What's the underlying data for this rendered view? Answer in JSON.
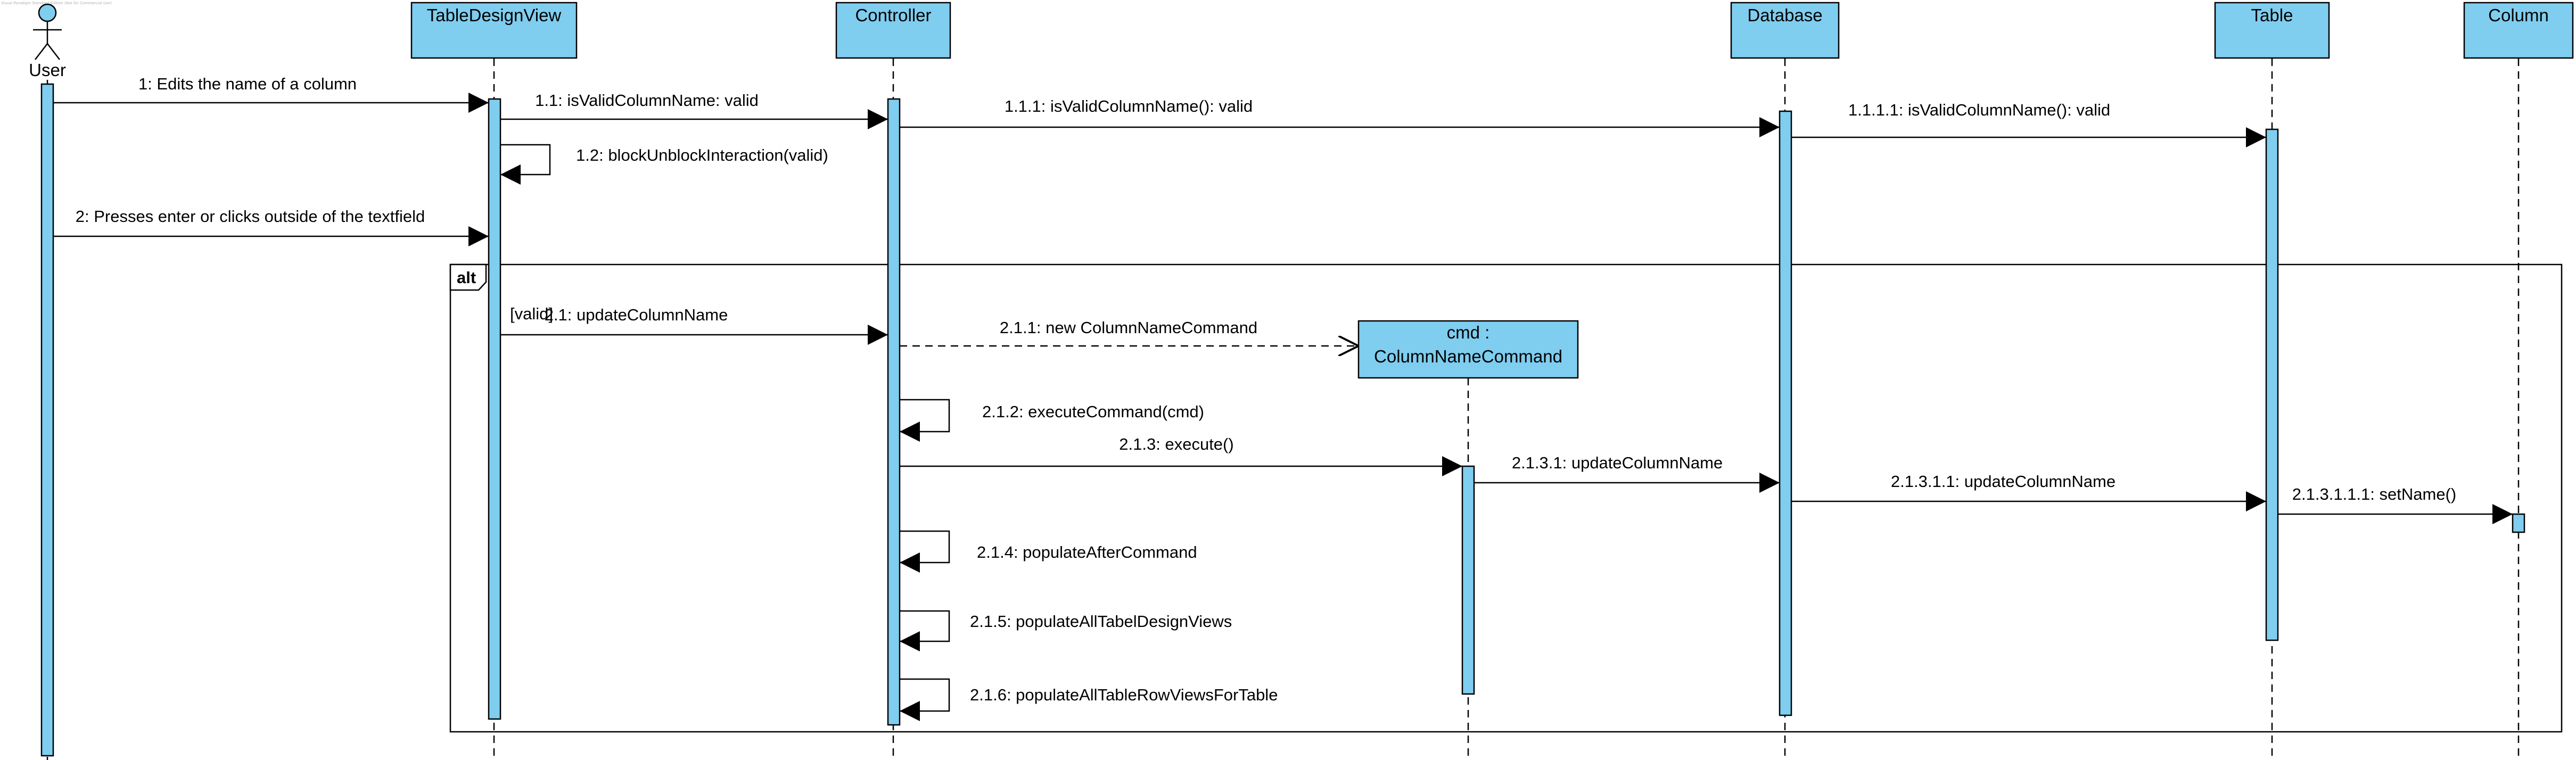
{
  "tool_watermark": "Visual Paradigm Standard Edition (Not for Commercial Use)",
  "actor": {
    "name": "User"
  },
  "lifelines": [
    {
      "id": "tdv",
      "name": "TableDesignView"
    },
    {
      "id": "ctrl",
      "name": "Controller"
    },
    {
      "id": "db",
      "name": "Database"
    },
    {
      "id": "table",
      "name": "Table"
    },
    {
      "id": "col",
      "name": "Column"
    }
  ],
  "created_object": {
    "line1": "cmd :",
    "line2": "ColumnNameCommand"
  },
  "fragment": {
    "operator": "alt",
    "guard": "[valid]"
  },
  "messages": [
    "1: Edits the name of a column",
    "1.1: isValidColumnName: valid",
    "1.1.1: isValidColumnName(): valid",
    "1.1.1.1: isValidColumnName(): valid",
    "1.2: blockUnblockInteraction(valid)",
    "2: Presses enter or clicks outside of the textfield",
    "2.1: updateColumnName",
    "2.1.1: new ColumnNameCommand",
    "2.1.2: executeCommand(cmd)",
    "2.1.3: execute()",
    "2.1.3.1: updateColumnName",
    "2.1.3.1.1: updateColumnName",
    "2.1.3.1.1.1: setName()",
    "2.1.4: populateAfterCommand",
    "2.1.5: populateAllTabelDesignViews",
    "2.1.6: populateAllTableRowViewsForTable"
  ]
}
